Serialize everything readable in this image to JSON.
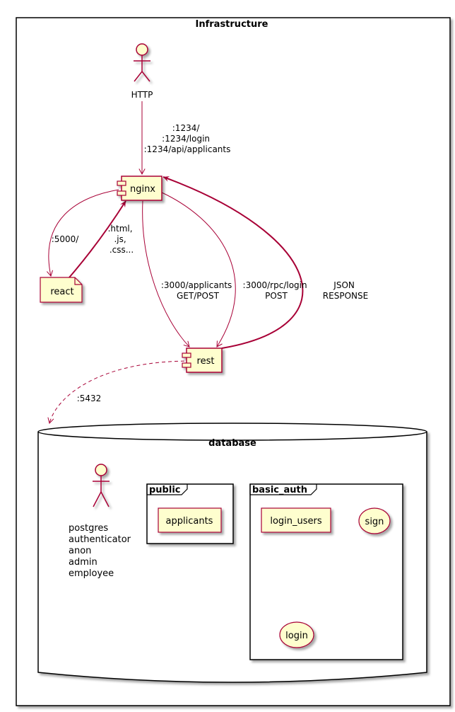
{
  "frame_title": "Infrastructure",
  "actors": {
    "http": {
      "label": "HTTP"
    },
    "postgres": {
      "lines": [
        "postgres",
        "authenticator",
        "anon",
        "admin",
        "employee"
      ]
    }
  },
  "components": {
    "nginx": {
      "label": "nginx"
    },
    "rest": {
      "label": "rest"
    },
    "react": {
      "label": "react"
    }
  },
  "edges": {
    "http_to_nginx": {
      "lines": [
        ":1234/",
        ":1234/login",
        ":1234/api/applicants"
      ]
    },
    "nginx_to_react": {
      "lines": [
        ":5000/"
      ]
    },
    "react_to_nginx": {
      "lines": [
        ".html,",
        ".js,",
        ".css..."
      ]
    },
    "nginx_to_rest_applicants": {
      "lines": [
        ":3000/applicants",
        "GET/POST"
      ]
    },
    "nginx_to_rest_login": {
      "lines": [
        ":3000/rpc/login",
        "POST"
      ]
    },
    "rest_to_nginx": {
      "lines": [
        "JSON",
        "RESPONSE"
      ]
    },
    "rest_to_database": {
      "lines": [
        ":5432"
      ]
    }
  },
  "database": {
    "title": "database",
    "packages": {
      "public": {
        "title": "public",
        "items": [
          "applicants"
        ]
      },
      "basic_auth": {
        "title": "basic_auth",
        "items": [
          "login_users",
          "sign",
          "login"
        ]
      }
    }
  },
  "colors": {
    "arrow": "#A80036",
    "node_fill": "#FEFECE",
    "border": "#000000"
  }
}
